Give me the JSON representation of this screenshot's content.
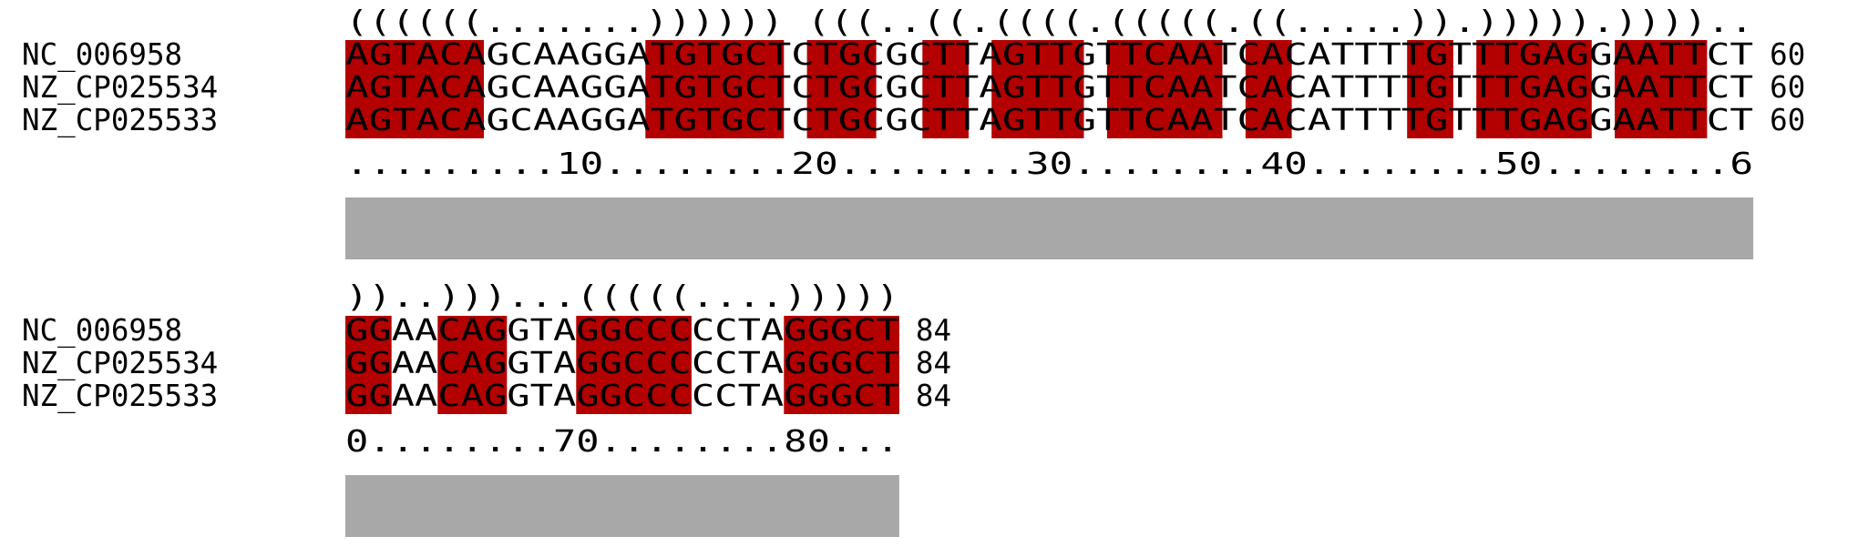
{
  "colors": {
    "paired": "#b30000",
    "bar": "#a8a8a8",
    "text": "#000000",
    "background": "#ffffff"
  },
  "blocks": [
    {
      "structure": "((((((.......)))))) (((..((.((((.(((((.((.....)).))))).))))..",
      "rows": [
        {
          "name": "NC_006958",
          "sequence": "AGTACAGCAAGGATGTGCTCTGCGCTTAGTTGTTCAATCACATTTTGTTTGAGGAATTCT",
          "end": "60"
        },
        {
          "name": "NZ_CP025534",
          "sequence": "AGTACAGCAAGGATGTGCTCTGCGCTTAGTTGTTCAATCACATTTTGTTTGAGGAATTCT",
          "end": "60"
        },
        {
          "name": "NZ_CP025533",
          "sequence": "AGTACAGCAAGGATGTGCTCTGCGCTTAGTTGTTCAATCACATTTTGTTTGAGGAATTCT",
          "end": "60"
        }
      ],
      "ruler": ".........10........20........30........40........50........6"
    },
    {
      "structure": "))..)))...(((((....)))))",
      "rows": [
        {
          "name": "NC_006958",
          "sequence": "GGAACAGGTAGGCCCCCTAGGGCT",
          "end": "84"
        },
        {
          "name": "NZ_CP025534",
          "sequence": "GGAACAGGTAGGCCCCCTAGGGCT",
          "end": "84"
        },
        {
          "name": "NZ_CP025533",
          "sequence": "GGAACAGGTAGGCCCCCTAGGGCT",
          "end": "84"
        }
      ],
      "ruler": "0........70........80..."
    }
  ]
}
